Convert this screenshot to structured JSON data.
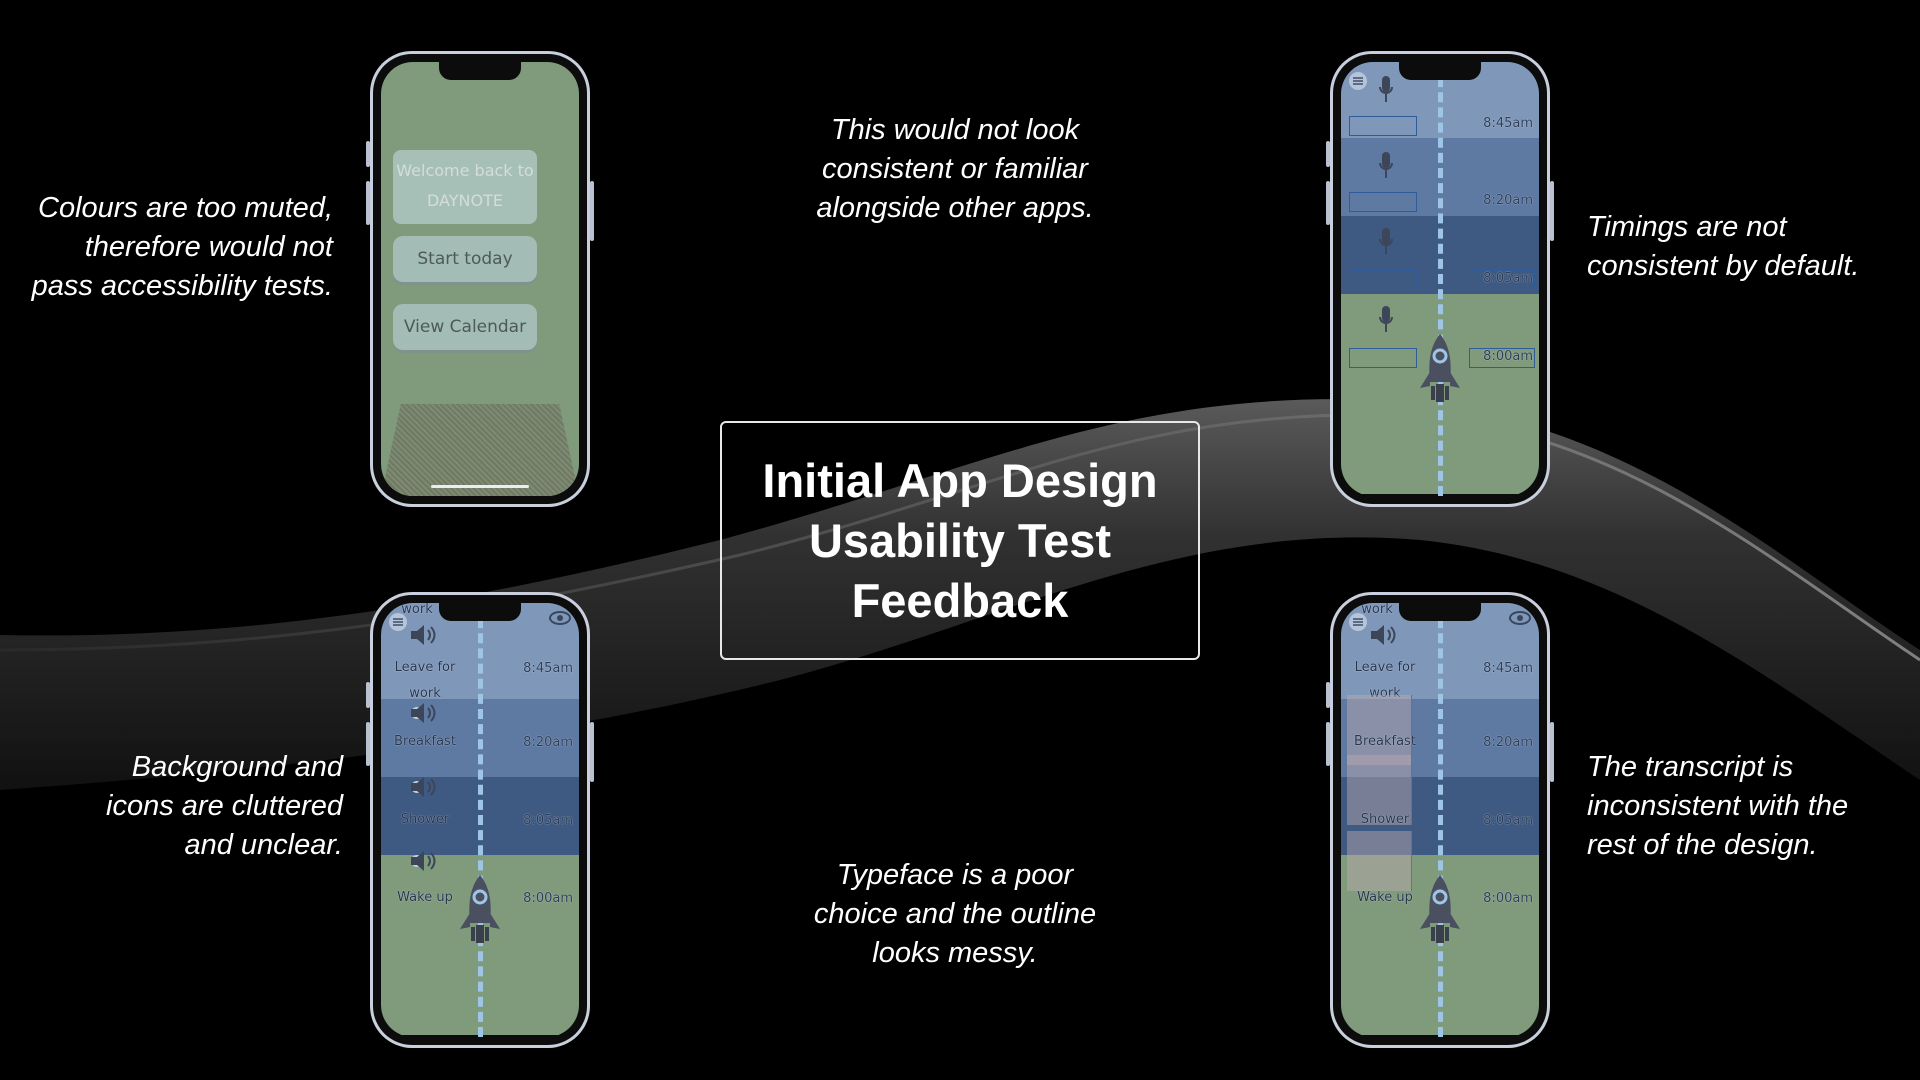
{
  "slide": {
    "title": "Initial App Design\nUsability Test\nFeedback",
    "notes": {
      "top_left": "Colours are too muted,\ntherefore would not\npass accessibility tests.",
      "top_center": "This would not look\nconsistent or familiar\nalongside other apps.",
      "top_right": "Timings are not\nconsistent by default.",
      "bottom_left": "Background and\nicons are cluttered\nand unclear.",
      "bottom_center": "Typeface is a poor\nchoice and the outline\nlooks messy.",
      "bottom_right": "The transcript is\ninconsistent with the\nrest of the design."
    }
  },
  "colors": {
    "background": "#000000",
    "band_light": "#7f98ba",
    "band_mid": "#5e7aa3",
    "band_dark": "#3e5a82",
    "band_green": "#7f9b7c",
    "home_bg": "#7f9b7c",
    "transcript_red": "#c0262b"
  },
  "home_screen": {
    "welcome": "Welcome back to\nDAYNOTE",
    "start_button": "Start today",
    "calendar_button": "View Calendar"
  },
  "timeline_screen": {
    "times": [
      "8:45am",
      "8:20am",
      "8:05am",
      "8:00am"
    ],
    "icons": [
      "menu-icon",
      "microphone-icon",
      "rocket-icon"
    ]
  },
  "routine_screen": {
    "header_partial": "work",
    "tasks": [
      "Leave for\nwork",
      "Breakfast",
      "Shower",
      "Wake up"
    ],
    "times": [
      "8:45am",
      "8:20am",
      "8:05am",
      "8:00am"
    ],
    "icons": [
      "menu-icon",
      "eye-icon",
      "speaker-icon",
      "rocket-icon"
    ]
  },
  "transcript_screen": {
    "header_partial": "work",
    "tasks": [
      "Leave for\nwork",
      "Breakfast",
      "Shower",
      "Wake up"
    ],
    "times": [
      "8:45am",
      "8:20am",
      "8:05am",
      "8:00am"
    ]
  }
}
